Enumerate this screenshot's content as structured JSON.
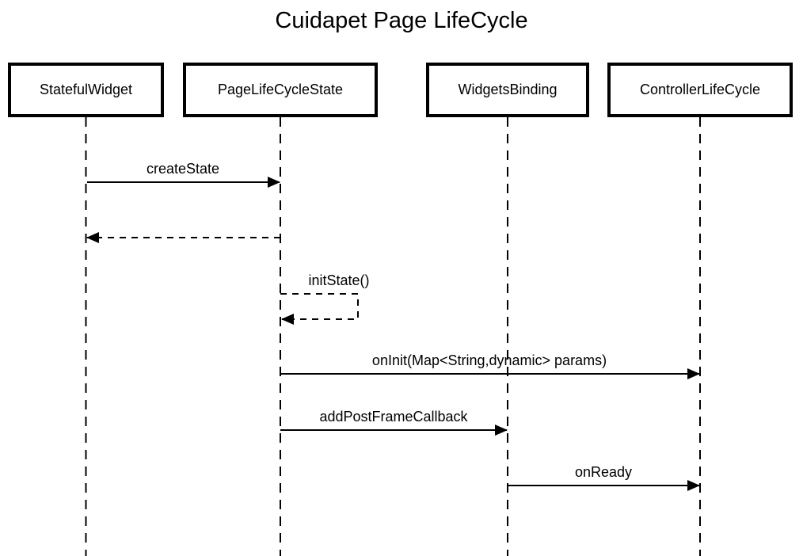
{
  "diagram": {
    "type": "sequence",
    "title": "Cuidapet Page LifeCycle"
  },
  "participants": [
    {
      "id": "StatefulWidget",
      "label": "StatefulWidget"
    },
    {
      "id": "PageLifeCycleState",
      "label": "PageLifeCycleState"
    },
    {
      "id": "WidgetsBinding",
      "label": "WidgetsBinding"
    },
    {
      "id": "ControllerLifeCycle",
      "label": "ControllerLifeCycle"
    }
  ],
  "messages": [
    {
      "from": "StatefulWidget",
      "to": "PageLifeCycleState",
      "label": "createState",
      "line": "solid",
      "arrow": "filled",
      "self": false
    },
    {
      "from": "PageLifeCycleState",
      "to": "StatefulWidget",
      "label": "",
      "line": "dashed",
      "arrow": "filled",
      "self": false
    },
    {
      "from": "PageLifeCycleState",
      "to": "PageLifeCycleState",
      "label": "initState()",
      "line": "dashed",
      "arrow": "filled",
      "self": true
    },
    {
      "from": "PageLifeCycleState",
      "to": "ControllerLifeCycle",
      "label": "onInit(Map<String,dynamic> params)",
      "line": "solid",
      "arrow": "filled",
      "self": false
    },
    {
      "from": "PageLifeCycleState",
      "to": "WidgetsBinding",
      "label": "addPostFrameCallback",
      "line": "solid",
      "arrow": "filled",
      "self": false
    },
    {
      "from": "WidgetsBinding",
      "to": "ControllerLifeCycle",
      "label": "onReady",
      "line": "solid",
      "arrow": "filled",
      "self": false
    }
  ],
  "colors": {
    "line": "#000000",
    "text": "#000000",
    "background": "#ffffff",
    "participant_fill": "#ffffff",
    "participant_border": "#000000"
  }
}
